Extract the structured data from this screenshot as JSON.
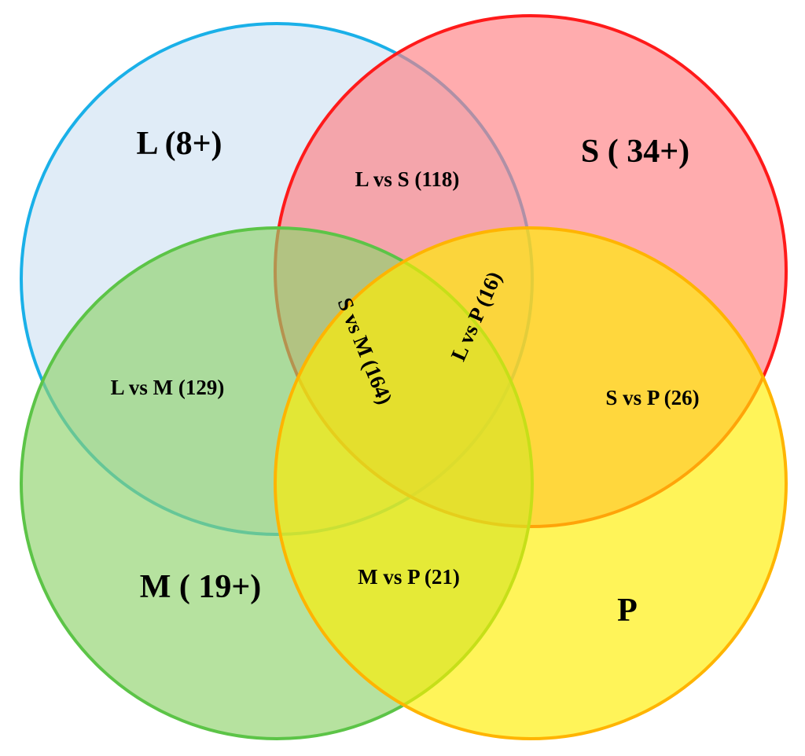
{
  "diagram": {
    "type": "venn",
    "sets": [
      {
        "id": "L",
        "label": "L (8+)",
        "fill": "#cfe2f3",
        "stroke": "#1ab0e8"
      },
      {
        "id": "S",
        "label": "S ( 34+)",
        "fill": "#ff7f83",
        "stroke": "#ff1a1a"
      },
      {
        "id": "M",
        "label": "M ( 19+)",
        "fill": "#8fd36b",
        "stroke": "#5cc447"
      },
      {
        "id": "P",
        "label": "P",
        "fill": "#ffee00",
        "stroke": "#ffb400"
      }
    ],
    "overlaps": [
      {
        "id": "LS",
        "label": "L vs S (118)"
      },
      {
        "id": "LM",
        "label": "L vs M (129)"
      },
      {
        "id": "SM",
        "label": "S vs M (164)"
      },
      {
        "id": "LP",
        "label": "L vs P (16)"
      },
      {
        "id": "SP",
        "label": "S vs P (26)"
      },
      {
        "id": "MP",
        "label": "M vs P (21)"
      }
    ]
  }
}
